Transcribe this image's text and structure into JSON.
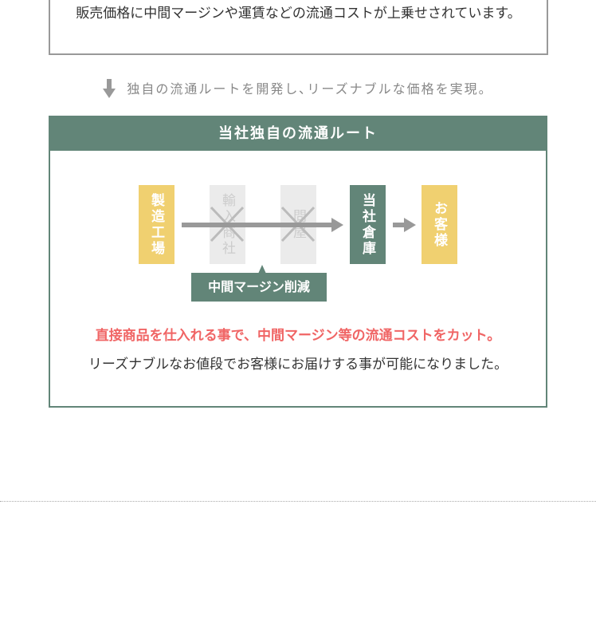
{
  "top_text": "販売価格に中間マージンや運賃などの流通コストが上乗せされています。",
  "subline": "独自の流通ルートを開発し､リーズナブルな価格を実現。",
  "section": {
    "title": "当社独自の流通ルート",
    "nodes": [
      "製造工場",
      "輸入商社",
      "問屋",
      "当社倉庫",
      "お客様"
    ],
    "margin_label": "中間マージン削減",
    "highlight": "直接商品を仕入れる事で、中間マージン等の流通コストをカット。",
    "description": "リーズナブルなお値段でお客様にお届けする事が可能になりました。"
  },
  "colors": {
    "green": "#628578",
    "yellow": "#f0d070",
    "red": "#f06565"
  }
}
